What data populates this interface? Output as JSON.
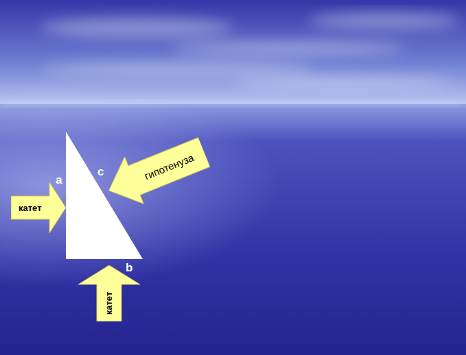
{
  "diagram": {
    "nodes": [
      {
        "text": [
          "гипотенуза"
        ]
      },
      {
        "text": [
          "катет"
        ]
      },
      {
        "text": [
          "катет"
        ]
      }
    ],
    "labels": [
      "a",
      "c",
      "b"
    ]
  }
}
